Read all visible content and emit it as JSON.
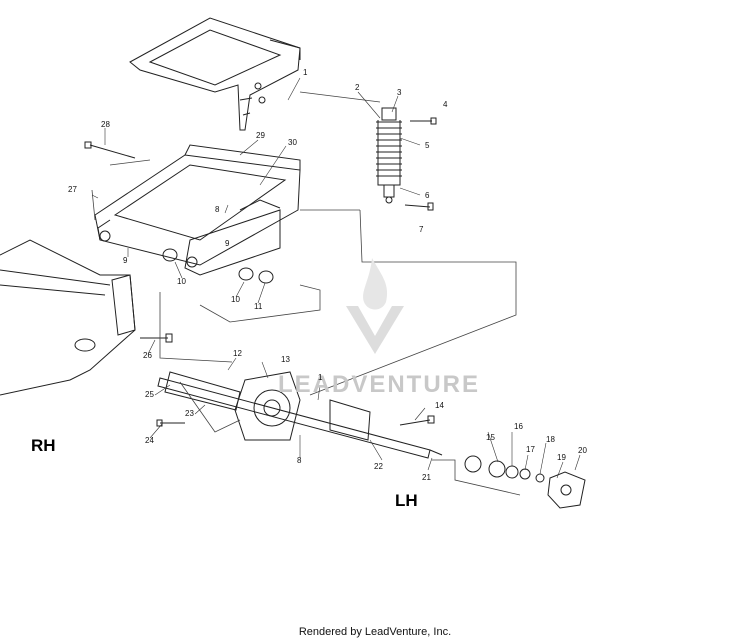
{
  "labels": {
    "rh": "RH",
    "lh": "LH"
  },
  "watermark": {
    "text": "LEADVENTURE",
    "color": "#c8c8c8"
  },
  "footer": "Rendered by LeadVenture, Inc.",
  "callouts": [
    {
      "id": "1a",
      "text": "1"
    },
    {
      "id": "2",
      "text": "2"
    },
    {
      "id": "3",
      "text": "3"
    },
    {
      "id": "4",
      "text": "4"
    },
    {
      "id": "5",
      "text": "5"
    },
    {
      "id": "6",
      "text": "6"
    },
    {
      "id": "7",
      "text": "7"
    },
    {
      "id": "8a",
      "text": "8"
    },
    {
      "id": "9a",
      "text": "9"
    },
    {
      "id": "9b",
      "text": "9"
    },
    {
      "id": "10a",
      "text": "10"
    },
    {
      "id": "10b",
      "text": "10"
    },
    {
      "id": "11",
      "text": "11"
    },
    {
      "id": "12",
      "text": "12"
    },
    {
      "id": "13",
      "text": "13"
    },
    {
      "id": "14",
      "text": "14"
    },
    {
      "id": "15",
      "text": "15"
    },
    {
      "id": "16",
      "text": "16"
    },
    {
      "id": "17",
      "text": "17"
    },
    {
      "id": "18",
      "text": "18"
    },
    {
      "id": "19",
      "text": "19"
    },
    {
      "id": "20",
      "text": "20"
    },
    {
      "id": "21",
      "text": "21"
    },
    {
      "id": "22",
      "text": "22"
    },
    {
      "id": "23",
      "text": "23"
    },
    {
      "id": "24",
      "text": "24"
    },
    {
      "id": "25",
      "text": "25"
    },
    {
      "id": "26",
      "text": "26"
    },
    {
      "id": "27",
      "text": "27"
    },
    {
      "id": "28",
      "text": "28"
    },
    {
      "id": "29",
      "text": "29"
    },
    {
      "id": "30",
      "text": "30"
    },
    {
      "id": "8b",
      "text": "8"
    },
    {
      "id": "1b",
      "text": "1"
    }
  ]
}
